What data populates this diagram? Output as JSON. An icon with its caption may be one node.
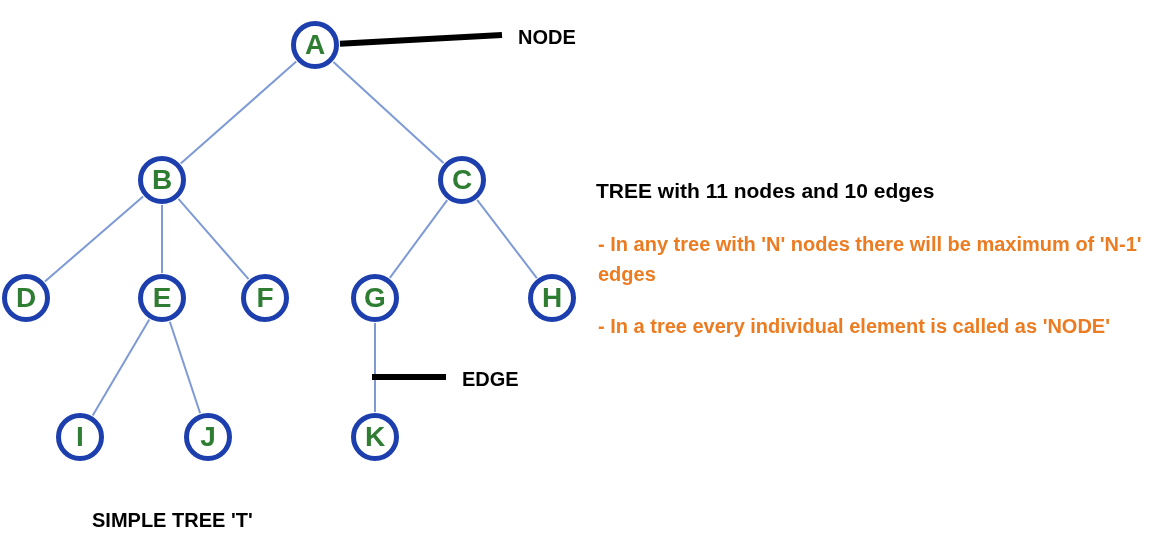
{
  "diagram": {
    "caption": "SIMPLE TREE 'T'",
    "nodes": [
      {
        "text": [
          "A"
        ]
      },
      {
        "text": [
          "NODE"
        ]
      },
      {
        "text": [
          "B"
        ]
      },
      {
        "text": [
          "C"
        ]
      },
      {
        "text": [
          "D"
        ]
      },
      {
        "text": [
          "E"
        ]
      },
      {
        "text": [
          "F"
        ]
      },
      {
        "text": [
          "G"
        ]
      },
      {
        "text": [
          "H"
        ]
      },
      {
        "text": [
          "EDGE"
        ]
      },
      {
        "text": [
          "I"
        ]
      },
      {
        "text": [
          "J"
        ]
      },
      {
        "text": [
          "K"
        ]
      }
    ],
    "edges": [
      {
        "from": 0,
        "to": 2,
        "arrow": "none"
      },
      {
        "from": 0,
        "to": 3,
        "arrow": "none"
      },
      {
        "from": 2,
        "to": 4,
        "arrow": "none"
      },
      {
        "from": 2,
        "to": 5,
        "arrow": "none"
      },
      {
        "from": 2,
        "to": 6,
        "arrow": "none"
      },
      {
        "from": 3,
        "to": 7,
        "arrow": "none"
      },
      {
        "from": 3,
        "to": 8,
        "arrow": "none"
      },
      {
        "from": 5,
        "to": 10,
        "arrow": "none"
      },
      {
        "from": 5,
        "to": 11,
        "arrow": "none"
      },
      {
        "from": 7,
        "to": 12,
        "arrow": "none"
      },
      {
        "from": 1,
        "to": 0,
        "arrow": "none",
        "style": "thick",
        "color": "#000000"
      },
      {
        "from": 9,
        "to": null,
        "arrow": "none",
        "style": "thick",
        "color": "#000000"
      }
    ],
    "labels": [
      "TREE with 11 nodes and 10 edges",
      "- In any tree with 'N' nodes there will be maximum of 'N-1' edges",
      "- In a tree every individual element is called as **'NODE'**"
    ]
  }
}
